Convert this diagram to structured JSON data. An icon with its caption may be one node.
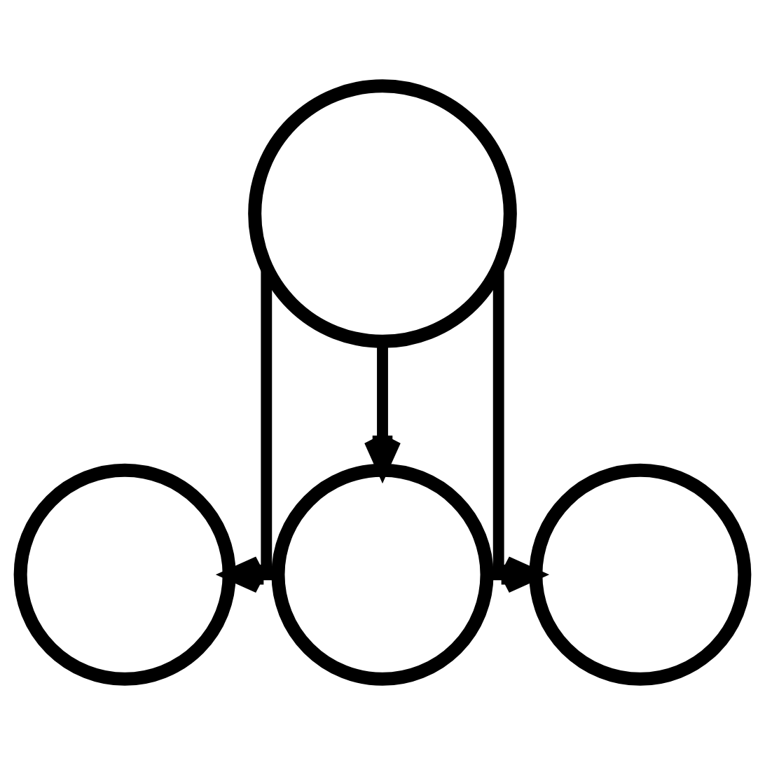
{
  "diagram": {
    "nodes": [
      {
        "text": [],
        "shape": "circle"
      },
      {
        "text": [],
        "shape": "circle"
      },
      {
        "text": [],
        "shape": "circle"
      },
      {
        "text": [],
        "shape": "circle"
      }
    ],
    "edges": [
      {
        "from": 0,
        "to": 1,
        "arrow": "to"
      },
      {
        "from": 0,
        "to": 2,
        "arrow": "to"
      },
      {
        "from": 0,
        "to": 3,
        "arrow": "to"
      }
    ]
  }
}
